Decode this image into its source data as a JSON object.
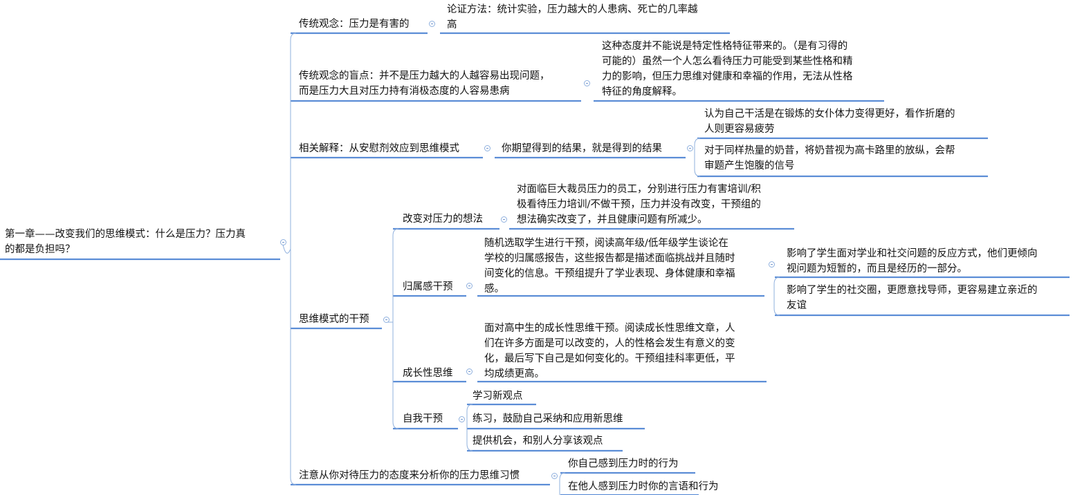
{
  "root": {
    "lines": [
      "第一章——改变我们的思维模式：什么是压力？压力真",
      "的都是负担吗？"
    ]
  },
  "traditional": {
    "label": "传统观念：压力是有害的",
    "child": [
      "论证方法：统计实验，压力越大的人患病、死亡的几率越",
      "高"
    ]
  },
  "blindspot": {
    "lines": [
      "传统观念的盲点：并不是压力越大的人越容易出现问题，",
      "而是压力大且对压力持有消极态度的人容易患病"
    ],
    "child": [
      "这种态度并不能说是特定性格特征带来的。（是有习得的",
      "可能的）虽然一个人怎么看待压力可能受到某些性格和精",
      "力的影响，但压力思维对健康和幸福的作用，无法从性格",
      "特征的角度解释。"
    ]
  },
  "related": {
    "label": "相关解释：从安慰剂效应到思维模式",
    "mid": "你期望得到的结果，就是得到的结果",
    "children": [
      [
        "认为自己干活是在锻炼的女仆体力变得更好，看作折磨的",
        "人则更容易疲劳"
      ],
      [
        "对于同样热量的奶昔，将奶昔视为高卡路里的放纵，会帮",
        "审题产生饱腹的信号"
      ]
    ]
  },
  "intervention": {
    "label": "思维模式的干预",
    "change": {
      "label": "改变对压力的想法",
      "child": [
        "对面临巨大裁员压力的员工，分别进行压力有害培训/积",
        "极看待压力培训/不做干预，压力并没有改变，干预组的",
        "想法确实改变了，并且健康问题有所减少。"
      ]
    },
    "belonging": {
      "label": "归属感干预",
      "child": [
        "随机选取学生进行干预，阅读高年级/低年级学生谈论在",
        "学校的归属感报告，这些报告都是描述面临挑战并且随时",
        "间变化的信息。干预组提升了学业表现、身体健康和幸福",
        "感。"
      ],
      "effects": [
        [
          "影响了学生面对学业和社交问题的反应方式，他们更倾向",
          "视问题为短暂的，而且是经历的一部分。"
        ],
        [
          "影响了学生的社交圈，更愿意找导师，更容易建立亲近的",
          "友谊"
        ]
      ]
    },
    "growth": {
      "label": "成长性思维",
      "child": [
        "面对高中生的成长性思维干预。阅读成长性思维文章，人",
        "们在许多方面是可以改变的，人的性格会发生有意义的变",
        "化，最后写下自己是如何变化的。干预组挂科率更低，平",
        "均成绩更高。"
      ]
    },
    "self": {
      "label": "自我干预",
      "children": [
        "学习新观点",
        "练习，鼓励自己采纳和应用新思维",
        "提供机会，和别人分享该观点"
      ]
    }
  },
  "attention": {
    "label": "注意从你对待压力的态度来分析你的压力思维习惯",
    "children": [
      "你自己感到压力时的行为",
      "在他人感到压力时你的言语和行为"
    ]
  },
  "colors": {
    "line": "#5b8dd6",
    "connector": "#7aa2dc"
  }
}
